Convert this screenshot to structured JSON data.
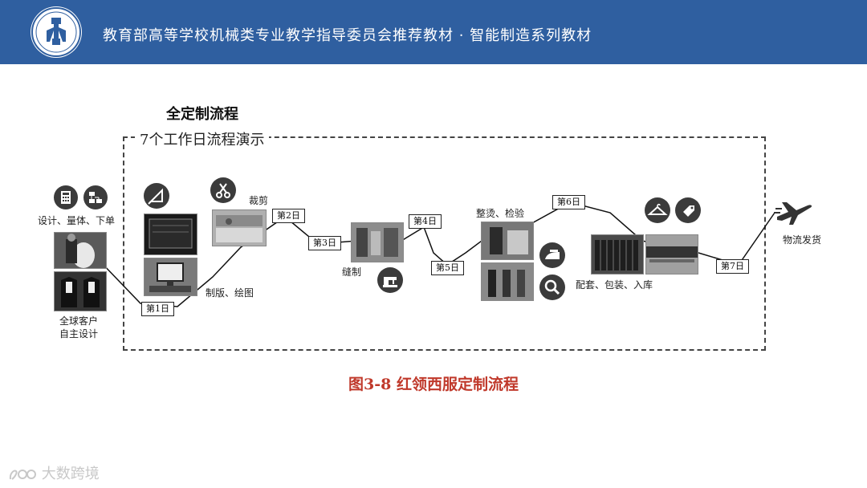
{
  "header": {
    "title": "教育部高等学校机械类专业教学指导委员会推荐教材 · 智能制造系列教材"
  },
  "diagram": {
    "section_title": "全定制流程",
    "frame_label": "7个工作日流程演示",
    "steps": {
      "design": "设计、量体、下单",
      "global_customer_line1": "全球客户",
      "global_customer_line2": "自主设计",
      "cutting": "裁剪",
      "pattern": "制版、绘图",
      "sewing": "缝制",
      "ironing": "整烫、检验",
      "matching": "配套、包装、入库",
      "shipping": "物流发货"
    },
    "days": [
      "第1日",
      "第2日",
      "第3日",
      "第4日",
      "第5日",
      "第6日",
      "第7日"
    ],
    "caption": "图3-8 红领西服定制流程"
  },
  "watermark": "大数跨境",
  "colors": {
    "header_bg": "#2f5fa0",
    "caption": "#c0392b"
  }
}
